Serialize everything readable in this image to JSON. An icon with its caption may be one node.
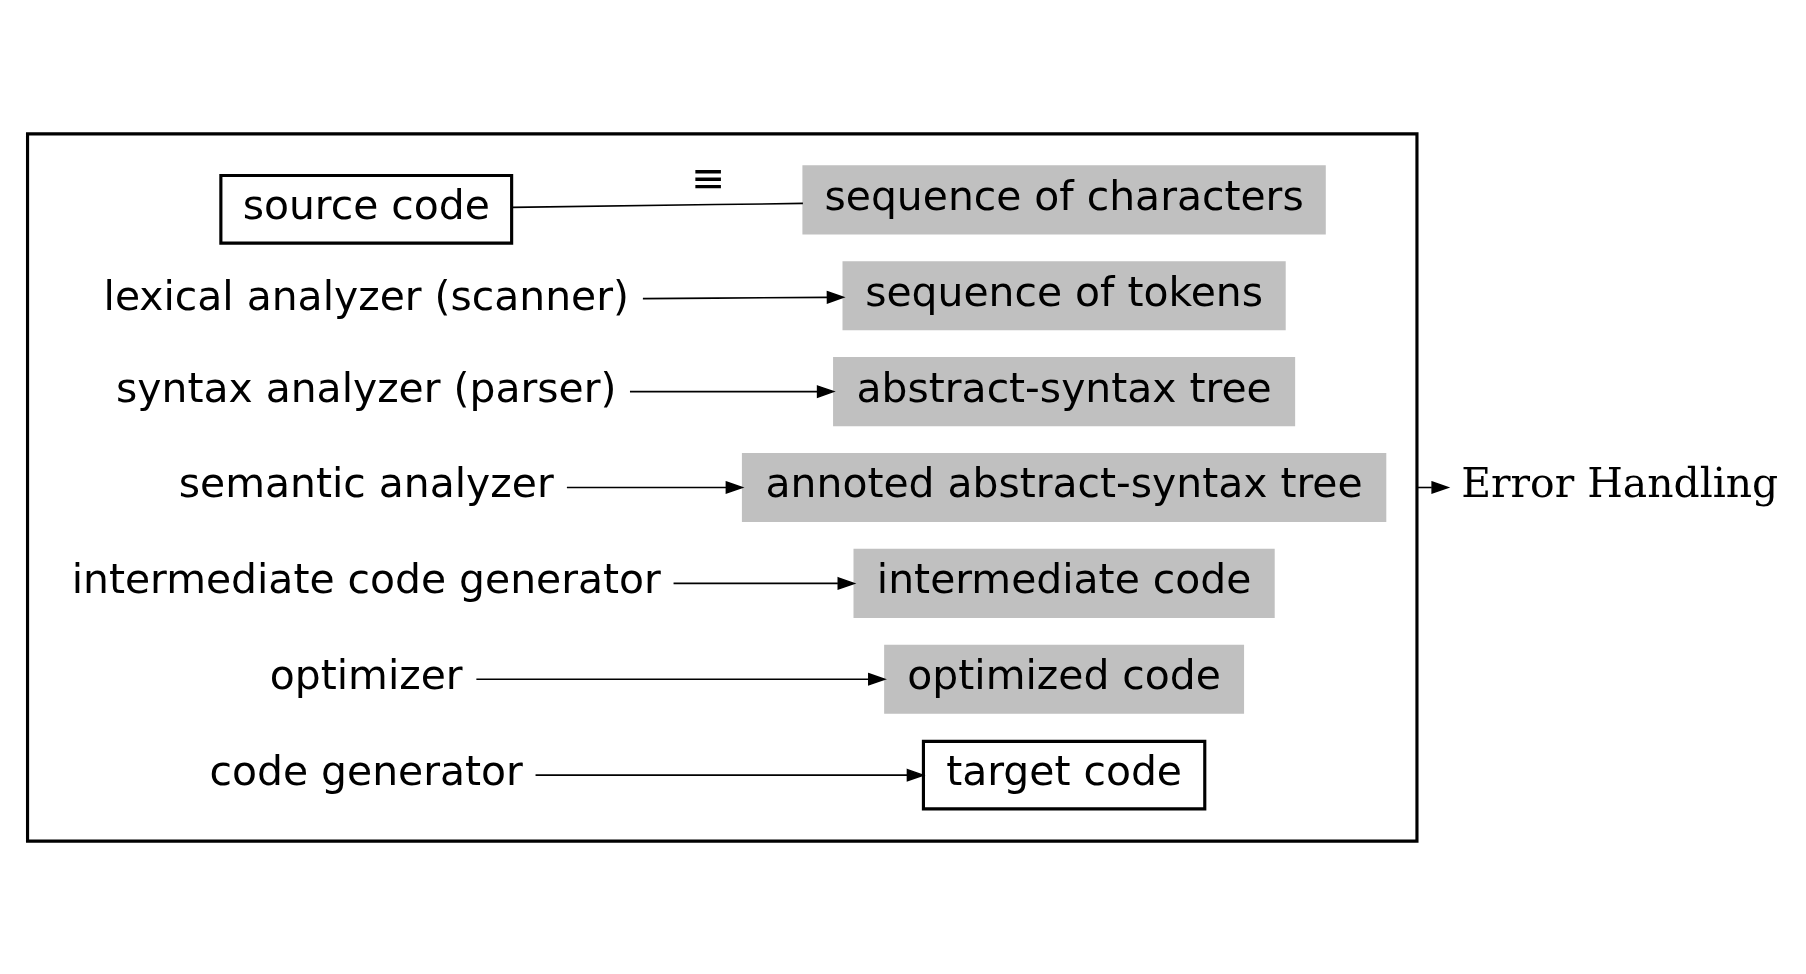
{
  "diagram": {
    "nodes": [
      {
        "text": [],
        "shape": "box"
      },
      {
        "text": [
          "source code"
        ],
        "in": 0
      },
      {
        "text": [
          "sequence of characters"
        ],
        "in": 0
      },
      {
        "text": [
          "lexical analyzer (scanner)"
        ],
        "in": 0
      },
      {
        "text": [
          "sequence of tokens"
        ],
        "in": 0
      },
      {
        "text": [
          "syntax analyzer (parser)"
        ],
        "in": 0
      },
      {
        "text": [
          "abstract-syntax tree"
        ],
        "in": 0
      },
      {
        "text": [
          "semantic analyzer"
        ],
        "in": 0
      },
      {
        "text": [
          "annoted abstract-syntax tree"
        ],
        "in": 0
      },
      {
        "text": [
          "intermediate code generator"
        ],
        "in": 0
      },
      {
        "text": [
          "intermediate code"
        ],
        "in": 0
      },
      {
        "text": [
          "optimizer"
        ],
        "in": 0
      },
      {
        "text": [
          "optimized code"
        ],
        "in": 0
      },
      {
        "text": [
          "code generator"
        ],
        "in": 0
      },
      {
        "text": [
          "target code"
        ],
        "in": 0
      },
      {
        "text": [
          "Error Handling"
        ]
      }
    ],
    "edges": [
      {
        "from": 1,
        "to": 2,
        "arrow": "none",
        "label": "≡"
      },
      {
        "from": 3,
        "to": 4,
        "arrow": "to"
      },
      {
        "from": 5,
        "to": 6,
        "arrow": "to"
      },
      {
        "from": 7,
        "to": 8,
        "arrow": "to"
      },
      {
        "from": 9,
        "to": 10,
        "arrow": "to"
      },
      {
        "from": 11,
        "to": 12,
        "arrow": "to"
      },
      {
        "from": 13,
        "to": 14,
        "arrow": "to"
      },
      {
        "from": 0,
        "to": 15,
        "arrow": "to"
      }
    ]
  }
}
